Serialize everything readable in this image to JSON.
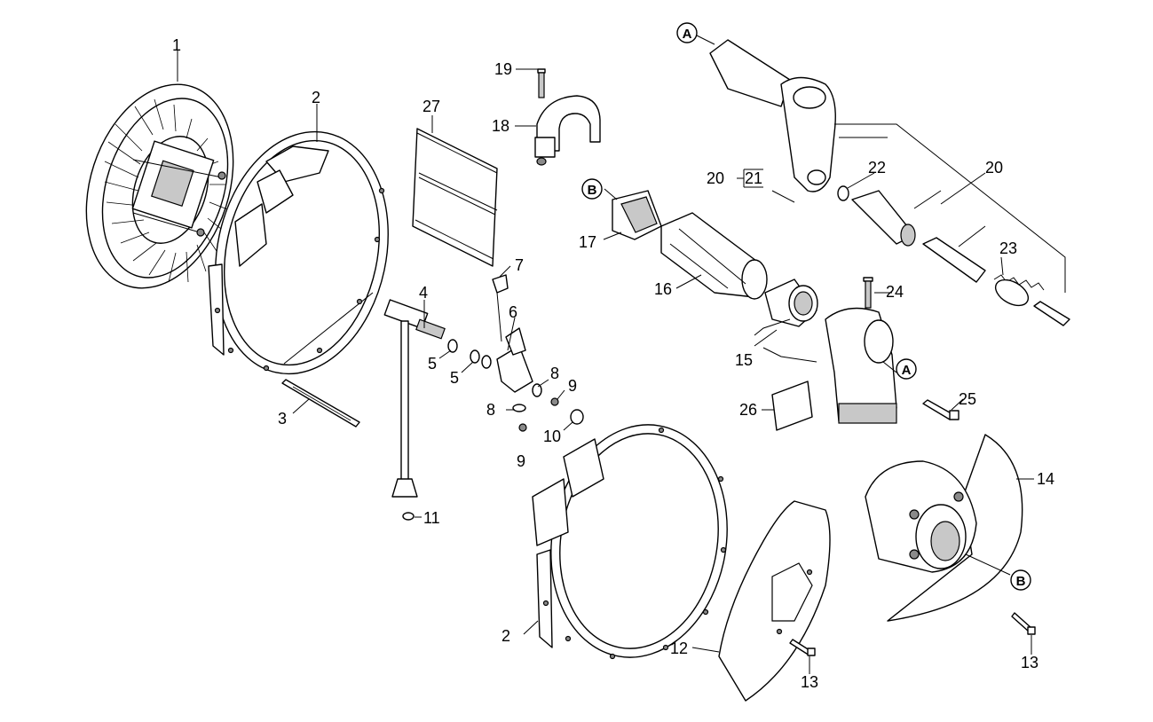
{
  "diagram": {
    "callouts": [
      {
        "id": "c1",
        "text": "1"
      },
      {
        "id": "c2a",
        "text": "2"
      },
      {
        "id": "c2b",
        "text": "2"
      },
      {
        "id": "c3",
        "text": "3"
      },
      {
        "id": "c4",
        "text": "4"
      },
      {
        "id": "c5a",
        "text": "5"
      },
      {
        "id": "c5b",
        "text": "5"
      },
      {
        "id": "c6",
        "text": "6"
      },
      {
        "id": "c7",
        "text": "7"
      },
      {
        "id": "c8a",
        "text": "8"
      },
      {
        "id": "c8b",
        "text": "8"
      },
      {
        "id": "c9a",
        "text": "9"
      },
      {
        "id": "c9b",
        "text": "9"
      },
      {
        "id": "c10",
        "text": "10"
      },
      {
        "id": "c11",
        "text": "11"
      },
      {
        "id": "c12",
        "text": "12"
      },
      {
        "id": "c13a",
        "text": "13"
      },
      {
        "id": "c13b",
        "text": "13"
      },
      {
        "id": "c14",
        "text": "14"
      },
      {
        "id": "c15",
        "text": "15"
      },
      {
        "id": "c16",
        "text": "16"
      },
      {
        "id": "c17",
        "text": "17"
      },
      {
        "id": "c18",
        "text": "18"
      },
      {
        "id": "c19",
        "text": "19"
      },
      {
        "id": "c20a",
        "text": "20"
      },
      {
        "id": "c20b",
        "text": "20"
      },
      {
        "id": "c21",
        "text": "21"
      },
      {
        "id": "c22",
        "text": "22"
      },
      {
        "id": "c23",
        "text": "23"
      },
      {
        "id": "c24",
        "text": "24"
      },
      {
        "id": "c25",
        "text": "25"
      },
      {
        "id": "c26",
        "text": "26"
      },
      {
        "id": "c27",
        "text": "27"
      }
    ],
    "reference_markers": [
      {
        "id": "mA1",
        "text": "A"
      },
      {
        "id": "mA2",
        "text": "A"
      },
      {
        "id": "mB1",
        "text": "B"
      },
      {
        "id": "mB2",
        "text": "B"
      }
    ]
  }
}
